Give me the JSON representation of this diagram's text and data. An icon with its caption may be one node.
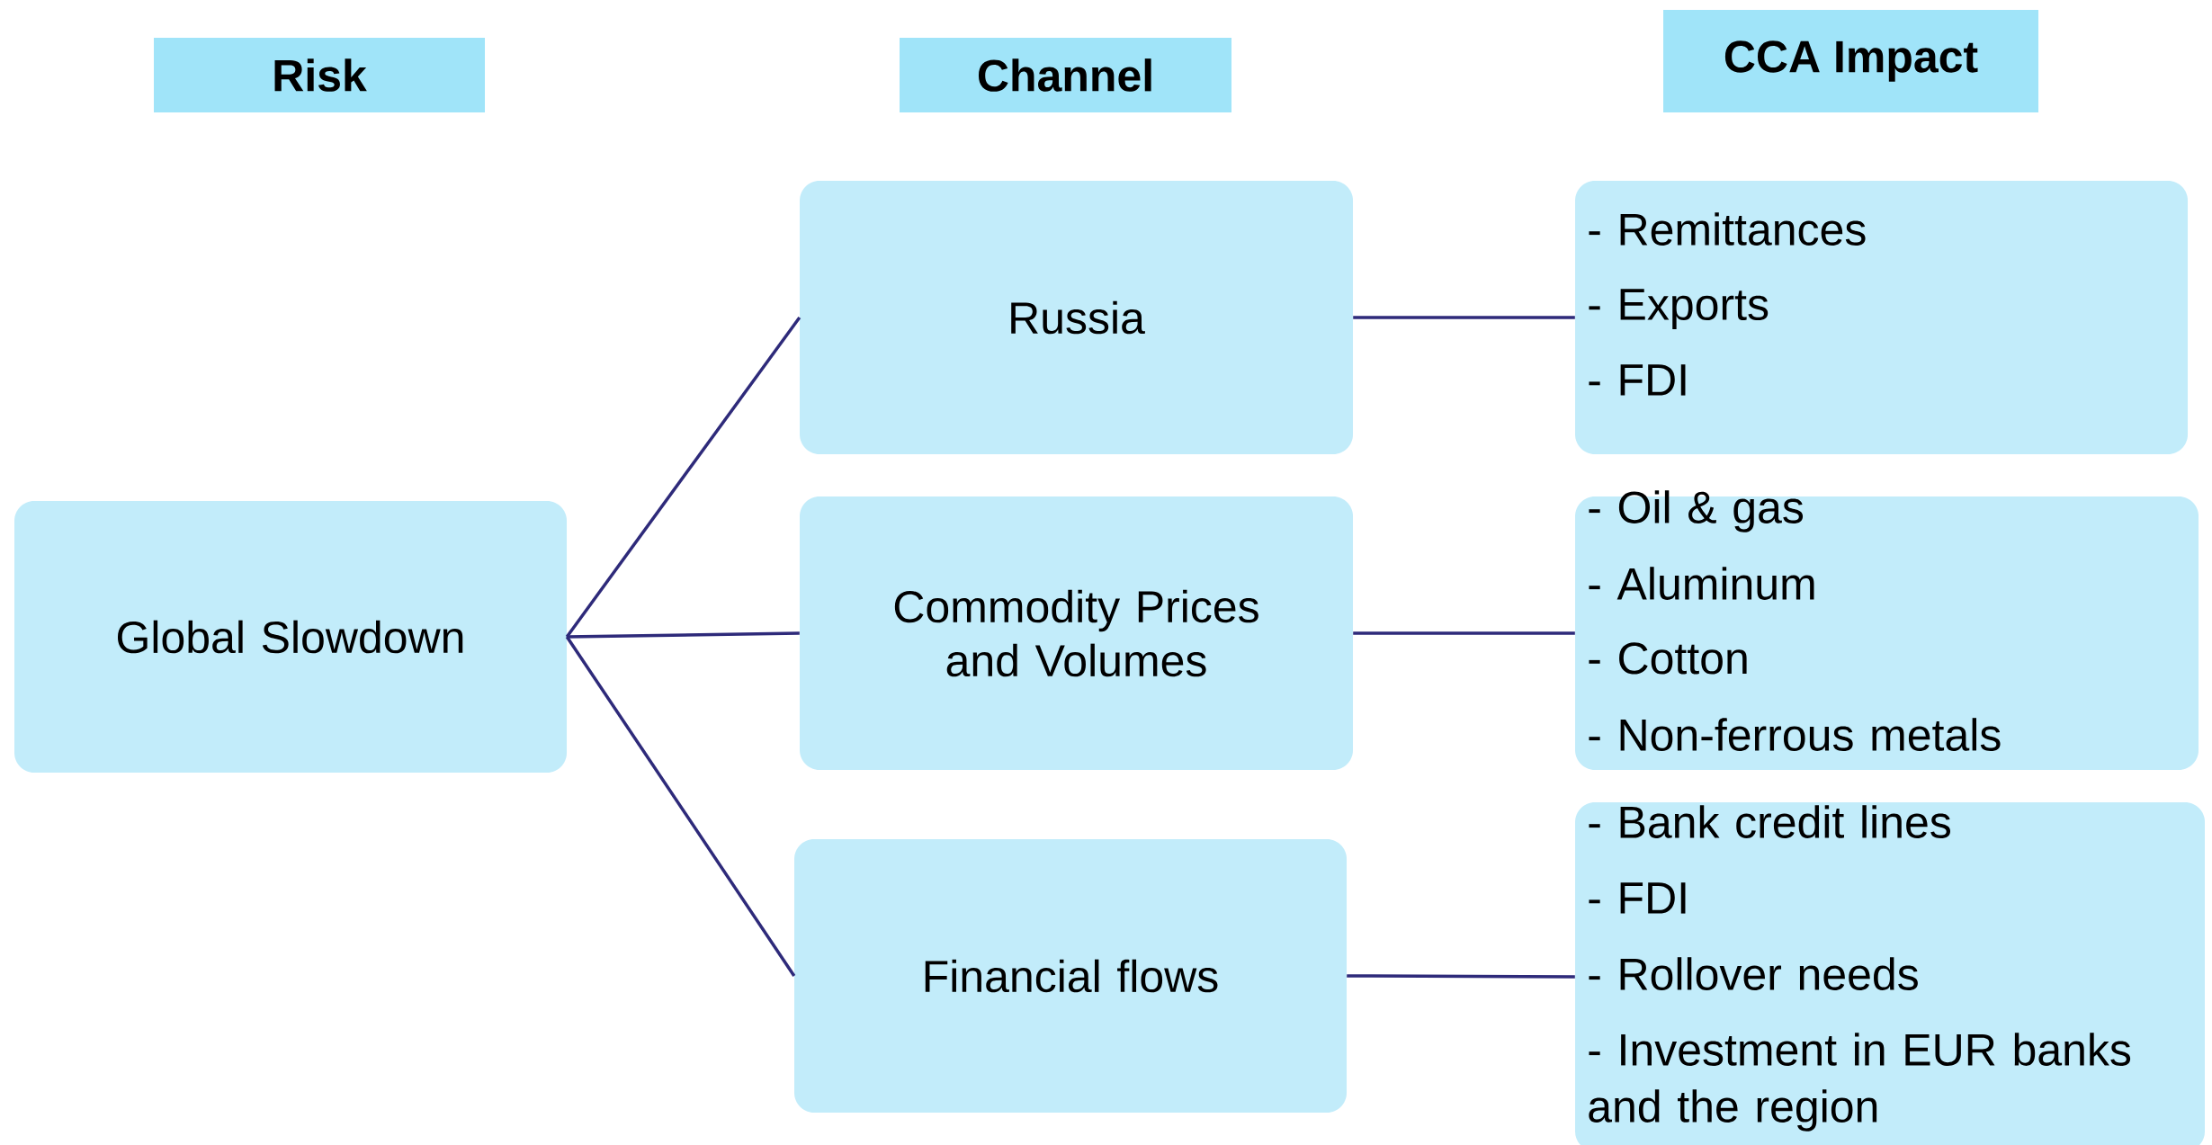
{
  "diagram": {
    "nodes": [
      {
        "text": [
          "Risk"
        ]
      },
      {
        "text": [
          "Channel"
        ]
      },
      {
        "text": [
          "CCA Impact"
        ]
      },
      {
        "text": [
          "Global Slowdown"
        ]
      },
      {
        "text": [
          "Russia"
        ]
      },
      {
        "text": [
          "Commodity Prices and Volumes"
        ]
      },
      {
        "text": [
          "Financial flows"
        ]
      },
      {
        "text": [
          "- Remittances",
          "- Exports",
          "- FDI"
        ]
      },
      {
        "text": [
          "- Oil & gas",
          "- Aluminum",
          "- Cotton",
          "- Non-ferrous metals"
        ]
      },
      {
        "text": [
          "- Bank credit lines",
          "- FDI",
          "- Rollover needs",
          "- Investment in EUR banks and the region"
        ]
      }
    ],
    "edges": [
      {
        "from": 3,
        "to": 4,
        "arrow": "none"
      },
      {
        "from": 3,
        "to": 5,
        "arrow": "none"
      },
      {
        "from": 3,
        "to": 6,
        "arrow": "none"
      },
      {
        "from": 4,
        "to": 7,
        "arrow": "none"
      },
      {
        "from": 5,
        "to": 8,
        "arrow": "none"
      },
      {
        "from": 6,
        "to": 9,
        "arrow": "none"
      }
    ]
  }
}
